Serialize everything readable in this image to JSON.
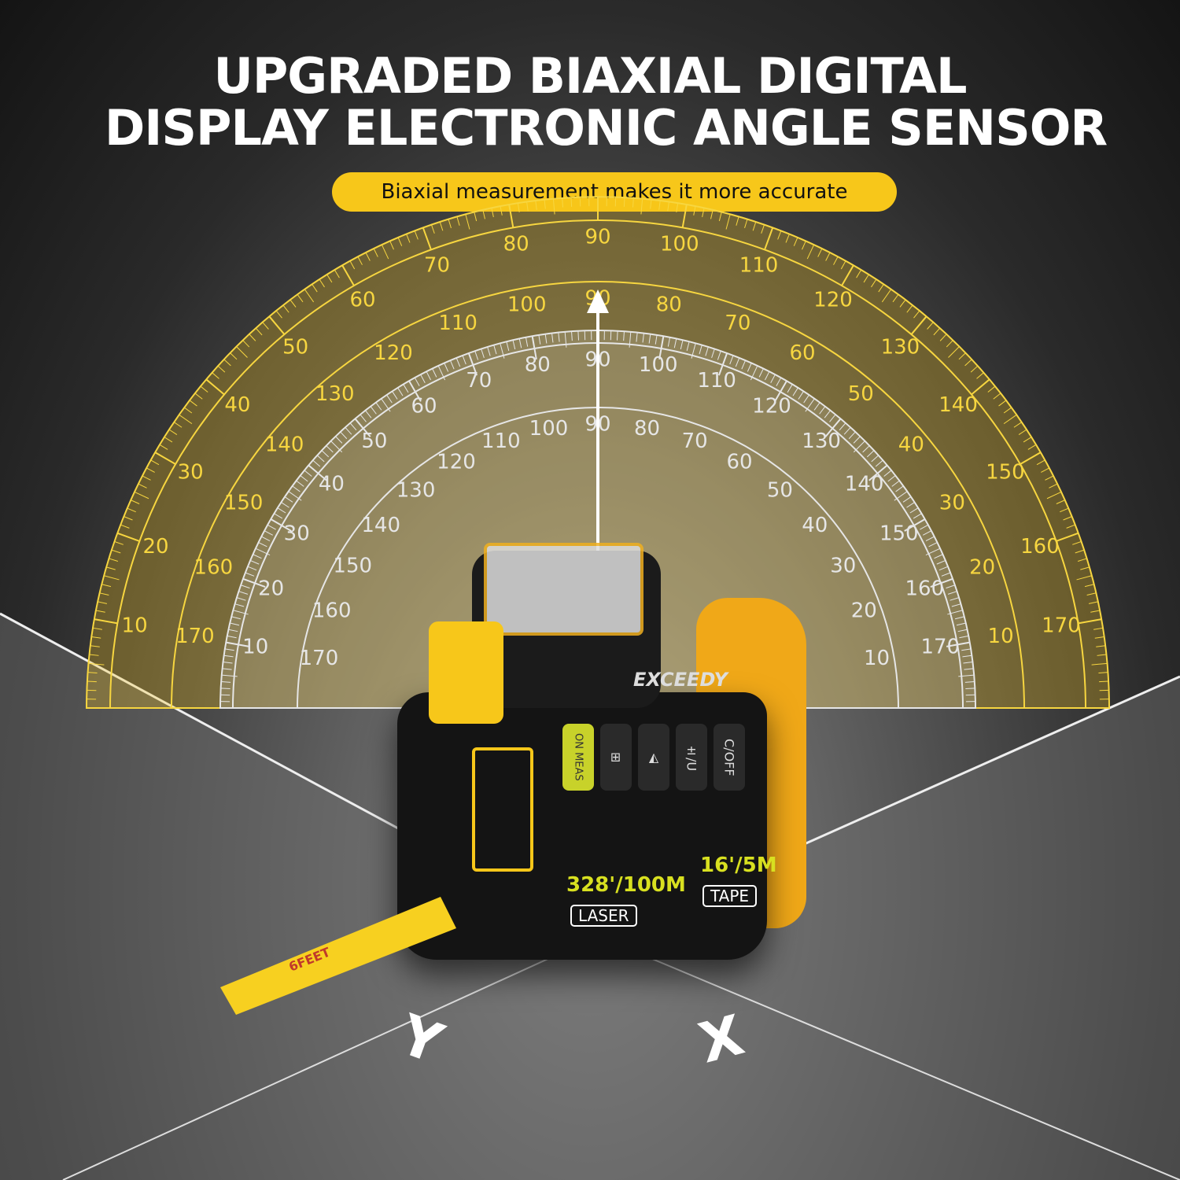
{
  "headline": {
    "line1": "UPGRADED BIAXIAL DIGITAL",
    "line2": "DISPLAY ELECTRONIC ANGLE SENSOR"
  },
  "subtitle": "Biaxial measurement makes it more accurate",
  "protractor_labels": {
    "outer": [
      10,
      20,
      30,
      40,
      50,
      60,
      70,
      80,
      90,
      100,
      110,
      120,
      130,
      140,
      150,
      160,
      170
    ],
    "inner": [
      170,
      160,
      150,
      140,
      130,
      120,
      110,
      100,
      90,
      80,
      70,
      60,
      50,
      40,
      30,
      20,
      10
    ]
  },
  "axes": {
    "x": "X",
    "y": "Y"
  },
  "device": {
    "brand": "EXCEEDY",
    "buttons": [
      "ON MEAS",
      "⊞",
      "◭",
      "±/U",
      "C/OFF"
    ],
    "laser_spec": "328'/100M",
    "laser_label": "LASER",
    "tape_spec": "16'/5M",
    "tape_label": "TAPE",
    "tape_text": "6FEET"
  },
  "colors": {
    "accent": "#f7c71a",
    "background": "#1e1e1e",
    "gray_protractor": "#d0d0d0"
  }
}
